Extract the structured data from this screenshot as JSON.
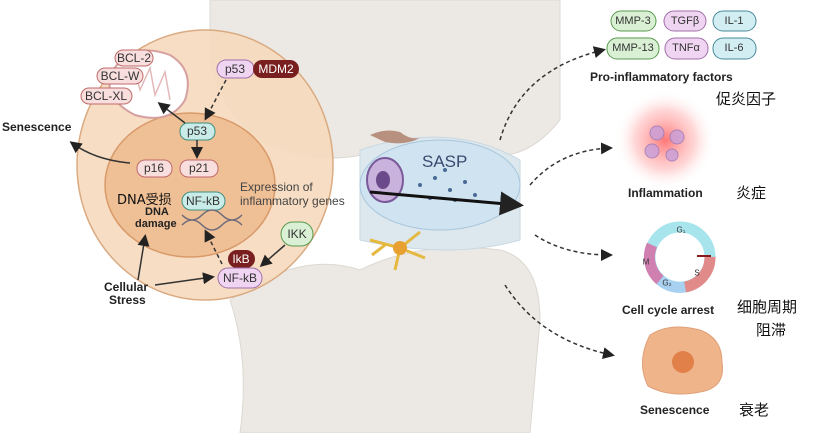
{
  "cell": {
    "bcl": [
      "BCL-2",
      "BCL-W",
      "BCL-XL"
    ],
    "p53_cyto": "p53",
    "mdm2": "MDM2",
    "p53_nuc": "p53",
    "p16": "p16",
    "p21": "p21",
    "nfkb_nuc": "NF-kB",
    "ikk": "IKK",
    "ikb": "IkB",
    "nfkb_cyto": "NF-kB",
    "senescence": "Senescence",
    "dna_cn": "DNA受损",
    "dna_en_1": "DNA",
    "dna_en_2": "damage",
    "stress_1": "Cellular",
    "stress_2": "Stress",
    "expr_1": "Expression of",
    "expr_2": "inflammatory genes"
  },
  "center": {
    "sasp": "SASP"
  },
  "outcomes": {
    "factors": [
      "MMP-3",
      "TGFβ",
      "IL-1",
      "MMP-13",
      "TNFα",
      "IL-6"
    ],
    "factors_en": "Pro-inflammatory factors",
    "factors_cn": "促炎因子",
    "inflammation_en": "Inflammation",
    "inflammation_cn": "炎症",
    "cycle_phases": [
      "G₁",
      "S",
      "G₂",
      "M"
    ],
    "cycle_en": "Cell cycle arrest",
    "cycle_cn_1": "细胞周期",
    "cycle_cn_2": "阻滞",
    "senescence_en": "Senescence",
    "senescence_cn": "衰老"
  },
  "colors": {
    "cell": "#f6dcc0",
    "nucleus": "#efbf95",
    "pink_pill": "#f9dede",
    "teal_pill": "#c9ece8",
    "purple_pill": "#f0d5f2",
    "green_pill": "#d9f0d4",
    "dark_red": "#7a1f1f",
    "blue_pill": "#d3eef3"
  }
}
